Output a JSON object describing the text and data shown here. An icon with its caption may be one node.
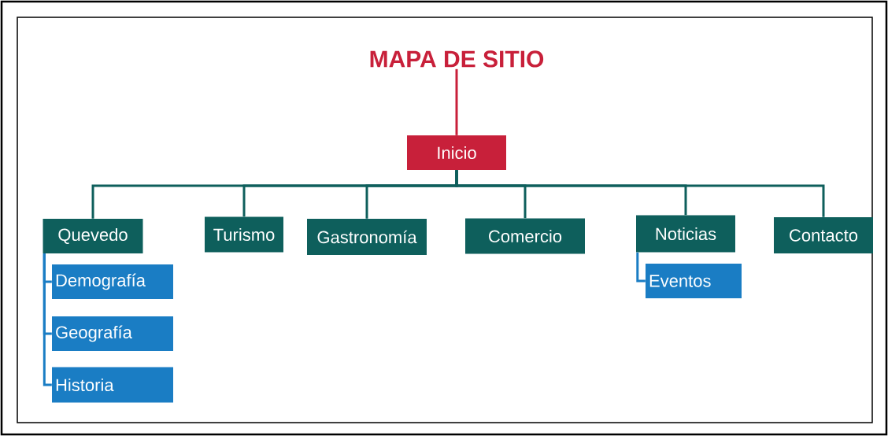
{
  "diagram": {
    "nodes": [
      {
        "text": [
          "MAPA DE SITIO"
        ]
      },
      {
        "text": [
          "Inicio"
        ]
      },
      {
        "text": [
          "Quevedo"
        ]
      },
      {
        "text": [
          "Turismo"
        ]
      },
      {
        "text": [
          "Gastronomía"
        ]
      },
      {
        "text": [
          "Comercio"
        ]
      },
      {
        "text": [
          "Noticias"
        ]
      },
      {
        "text": [
          "Contacto"
        ]
      },
      {
        "text": [
          "Demografía"
        ]
      },
      {
        "text": [
          "Geografía"
        ]
      },
      {
        "text": [
          "Historia"
        ]
      },
      {
        "text": [
          "Eventos"
        ]
      }
    ],
    "edges": [
      {
        "from": 0,
        "to": 1,
        "arrow": "none",
        "color": "#c8203a"
      },
      {
        "from": 1,
        "to": 2,
        "arrow": "none"
      },
      {
        "from": 1,
        "to": 3,
        "arrow": "none"
      },
      {
        "from": 1,
        "to": 4,
        "arrow": "none"
      },
      {
        "from": 1,
        "to": 5,
        "arrow": "none"
      },
      {
        "from": 1,
        "to": 6,
        "arrow": "none"
      },
      {
        "from": 1,
        "to": 7,
        "arrow": "none"
      },
      {
        "from": 2,
        "to": 8,
        "arrow": "none",
        "color": "#1a7dc4"
      },
      {
        "from": 2,
        "to": 9,
        "arrow": "none",
        "color": "#1a7dc4"
      },
      {
        "from": 2,
        "to": 10,
        "arrow": "none",
        "color": "#1a7dc4"
      },
      {
        "from": 6,
        "to": 11,
        "arrow": "none",
        "color": "#1a7dc4"
      }
    ]
  }
}
